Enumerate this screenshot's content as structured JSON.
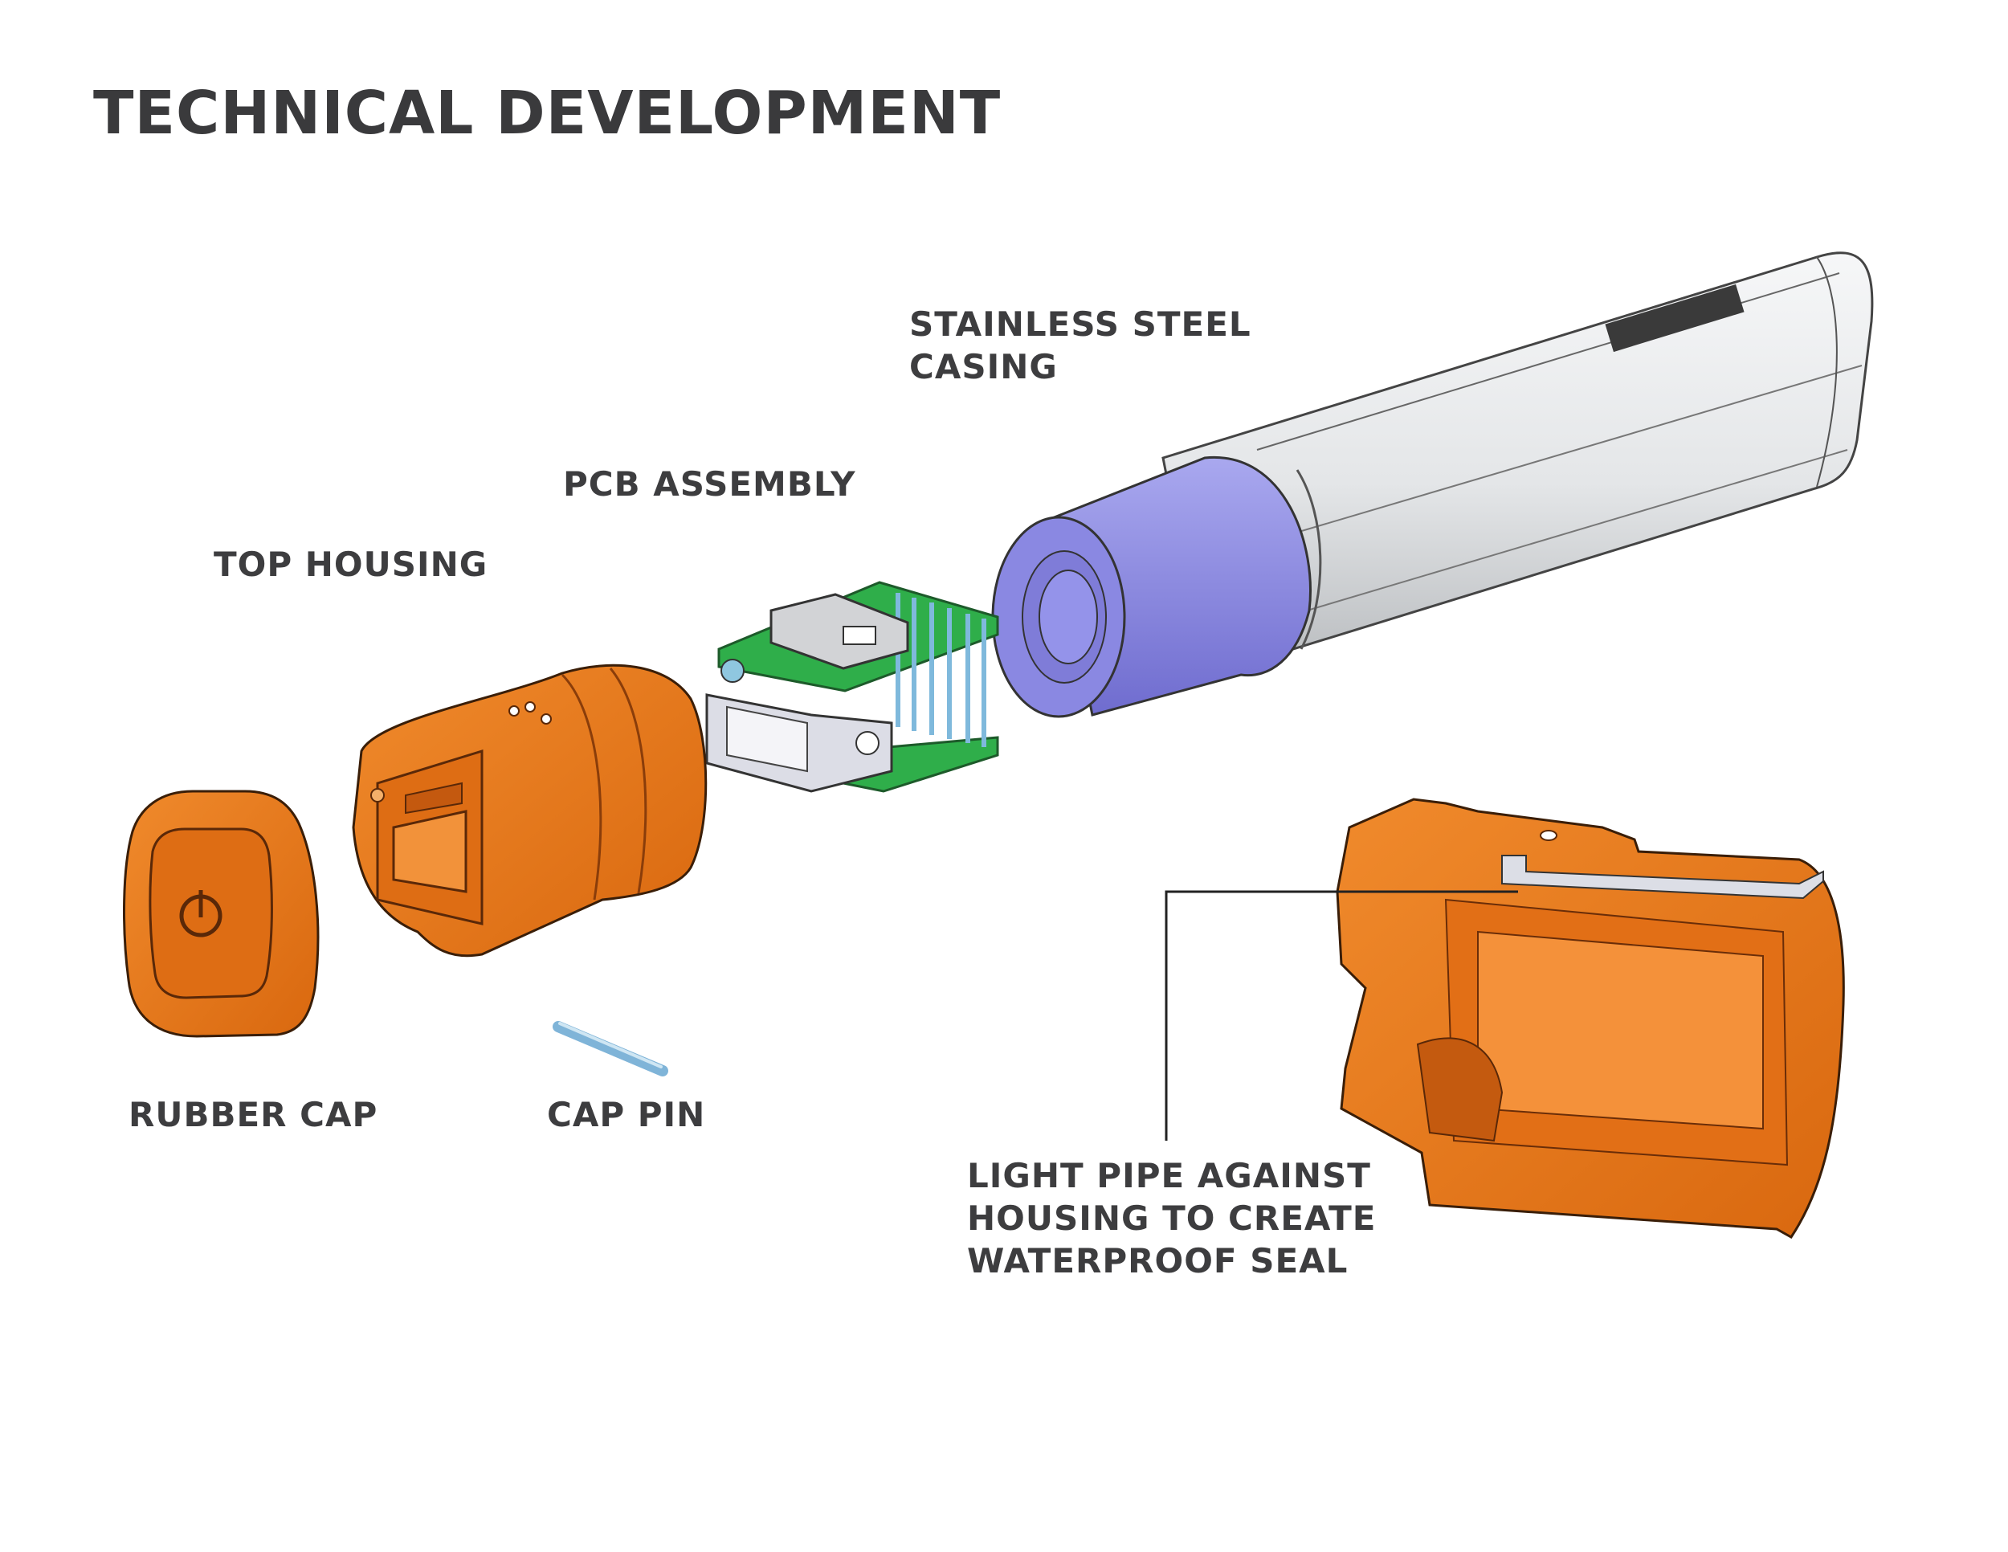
{
  "title": "TECHNICAL DEVELOPMENT",
  "labels": {
    "casing": [
      "STAINLESS STEEL",
      "CASING"
    ],
    "pcb": [
      "PCB ASSEMBLY"
    ],
    "top_housing": [
      "TOP HOUSING"
    ],
    "rubber_cap": [
      "RUBBER CAP"
    ],
    "cap_pin": [
      "CAP PIN"
    ],
    "light_pipe": [
      "LIGHT PIPE AGAINST",
      "HOUSING TO CREATE",
      "WATERPROOF SEAL"
    ]
  },
  "colors": {
    "housing_orange": "#e8761e",
    "housing_dark": "#b8530f",
    "steel_light": "#eef0f2",
    "steel_mid": "#c7cacd",
    "battery_purple": "#8c8ae0",
    "pcb_green": "#2fae4a",
    "pin_blue": "#8fc7e0",
    "text": "#3d3d3f"
  }
}
